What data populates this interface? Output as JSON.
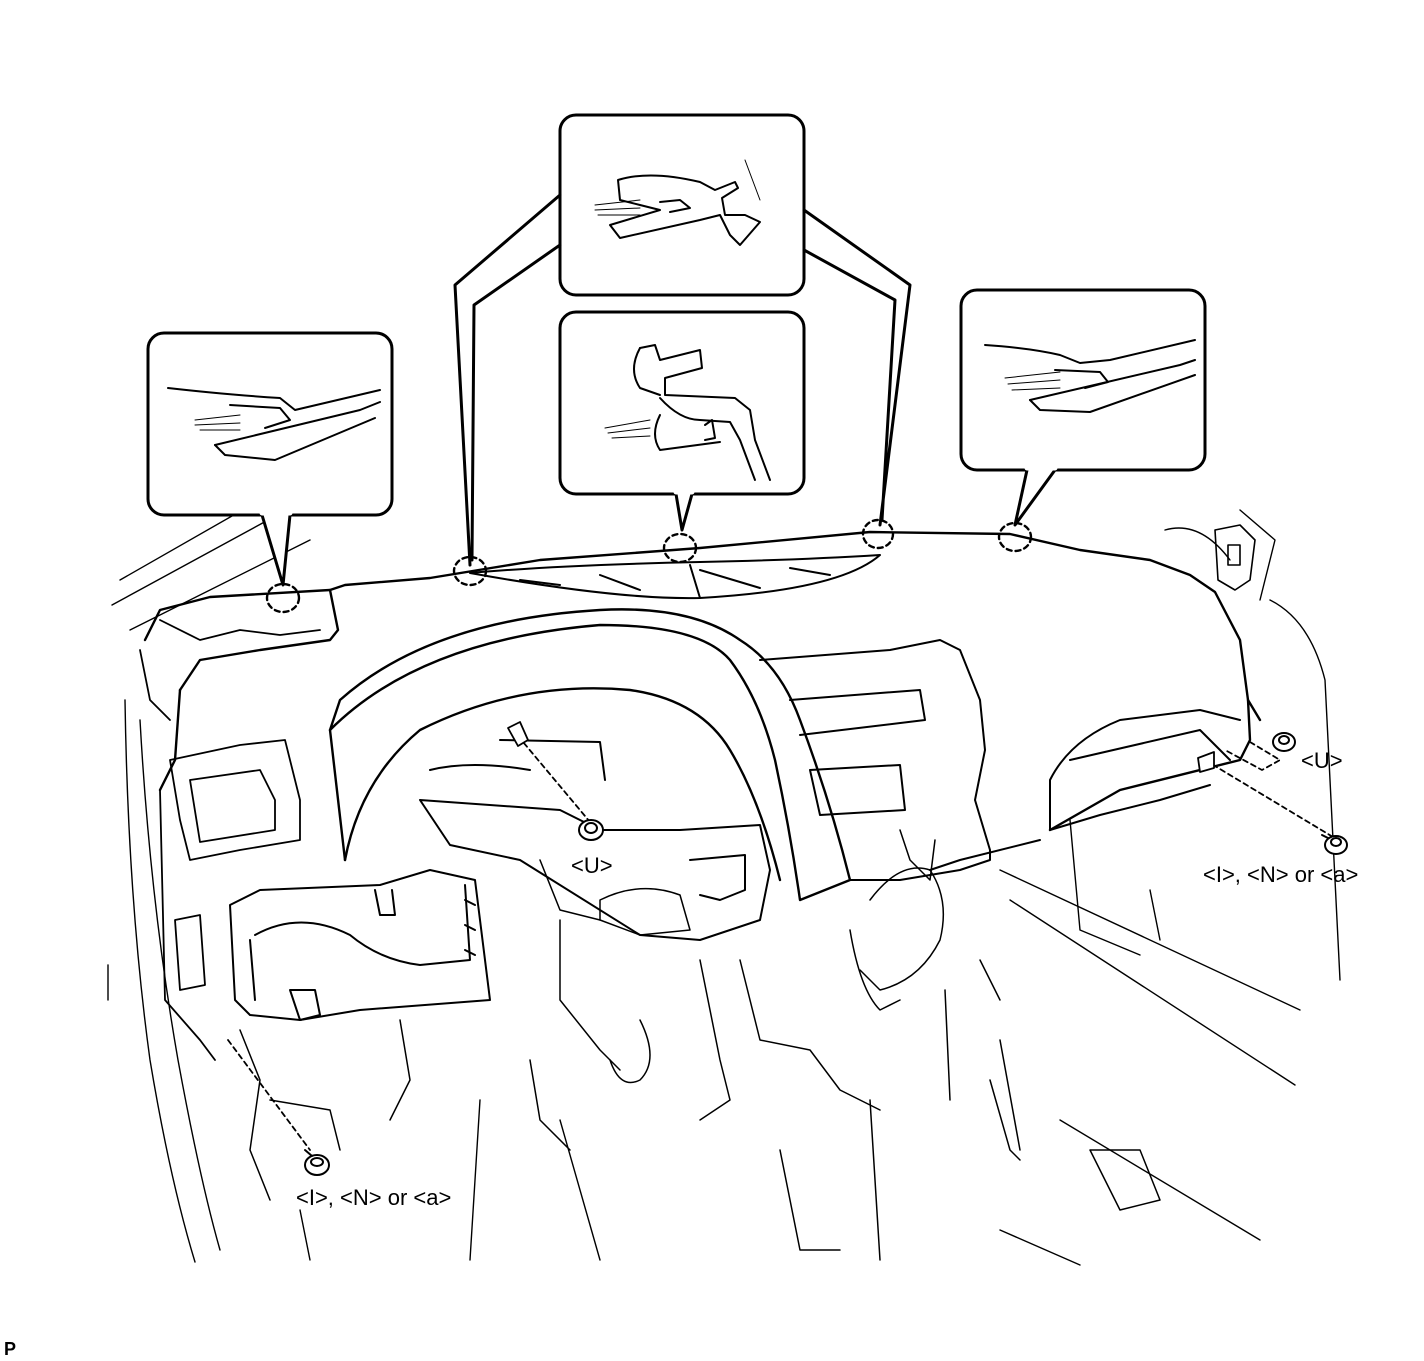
{
  "callouts": {
    "nut_right": "<U>",
    "bolt_right": "<I>, <N> or <a>",
    "nut_center": "<U>",
    "bolt_left": "<I>, <N> or <a>"
  },
  "corner_code": "P",
  "detail_views": [
    {
      "name": "detail-view-left-clip"
    },
    {
      "name": "detail-view-center-upper-clip"
    },
    {
      "name": "detail-view-center-lower-clip"
    },
    {
      "name": "detail-view-right-clip"
    }
  ]
}
